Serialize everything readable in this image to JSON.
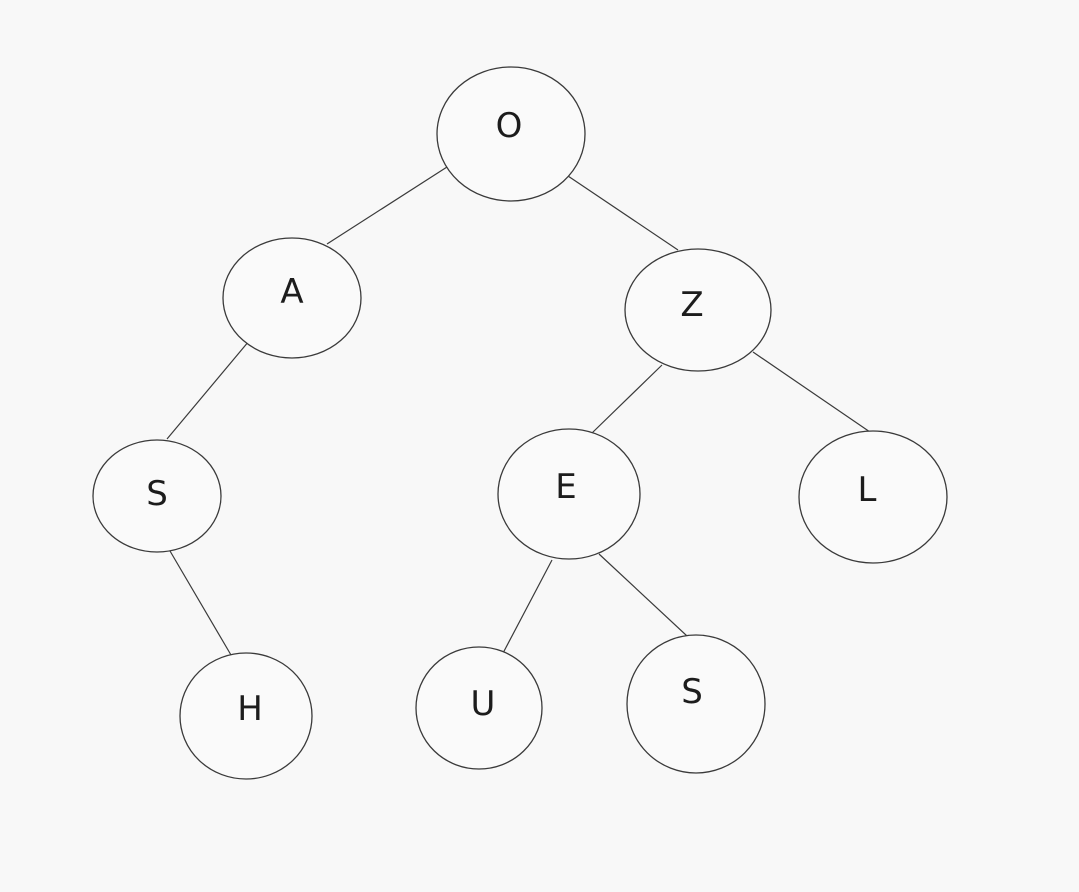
{
  "diagram": {
    "type": "binary-tree",
    "nodes": [
      {
        "id": "o",
        "label": "O"
      },
      {
        "id": "a",
        "label": "A"
      },
      {
        "id": "z",
        "label": "Z"
      },
      {
        "id": "s1",
        "label": "S"
      },
      {
        "id": "e",
        "label": "E"
      },
      {
        "id": "l",
        "label": "L"
      },
      {
        "id": "h",
        "label": "H"
      },
      {
        "id": "u",
        "label": "U"
      },
      {
        "id": "s2",
        "label": "S"
      }
    ],
    "edges": [
      {
        "from": "o",
        "to": "a"
      },
      {
        "from": "o",
        "to": "z"
      },
      {
        "from": "a",
        "to": "s1"
      },
      {
        "from": "s1",
        "to": "h"
      },
      {
        "from": "z",
        "to": "e"
      },
      {
        "from": "z",
        "to": "l"
      },
      {
        "from": "e",
        "to": "u"
      },
      {
        "from": "e",
        "to": "s2"
      }
    ]
  }
}
